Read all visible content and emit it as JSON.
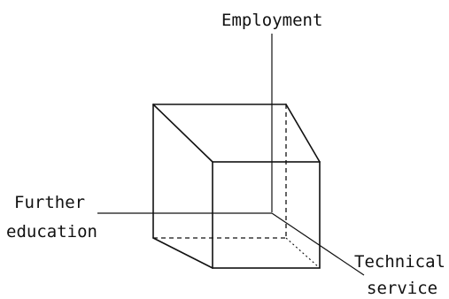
{
  "diagram": {
    "labels": {
      "employment": "Employment",
      "further_line1": "Further",
      "further_line2": "education",
      "technical_line1": "Technical",
      "technical_line2": "service"
    }
  }
}
